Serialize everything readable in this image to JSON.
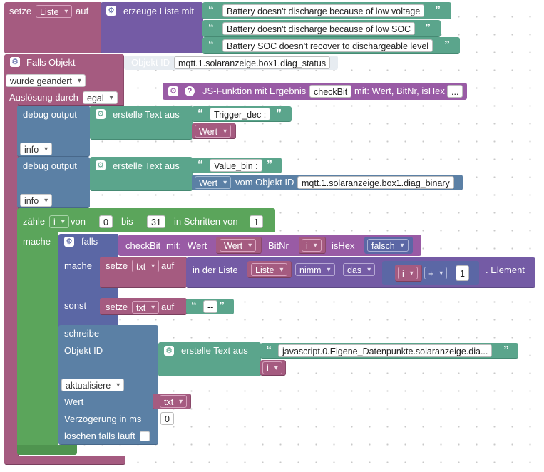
{
  "set_list": {
    "prefix": "setze",
    "var": "Liste",
    "mid": "auf",
    "create": "erzeuge Liste mit",
    "items": [
      "Battery doesn't discharge because of low voltage",
      "Battery doesn't discharge because of low SOC",
      "Battery SOC doesn't recover to dischargeable level"
    ]
  },
  "trigger": {
    "title": "Falls Objekt",
    "object_id_label": "Objekt ID",
    "object_id": "mqtt.1.solaranzeige.box1.diag_status",
    "condition": "wurde geändert",
    "trigger_label": "Auslösung durch",
    "trigger_value": "egal"
  },
  "js_func": {
    "label": "JS-Funktion mit Ergebnis",
    "name": "checkBit",
    "args": "mit: Wert, BitNr, isHex",
    "more": "..."
  },
  "debug1": {
    "label": "debug output",
    "create": "erstelle Text aus",
    "text": "Trigger_dec : ",
    "var": "Wert",
    "level": "info"
  },
  "debug2": {
    "label": "debug output",
    "create": "erstelle Text aus",
    "text": "Value_bin : ",
    "var": "Wert",
    "from_obj": "vom Objekt ID",
    "object_id": "mqtt.1.solaranzeige.box1.diag_binary",
    "level": "info"
  },
  "loop": {
    "count": "zähle",
    "var": "i",
    "from": "von",
    "from_val": "0",
    "to": "bis",
    "to_val": "31",
    "step": "in Schritten von",
    "step_val": "1",
    "do": "mache"
  },
  "if_block": {
    "if": "falls",
    "call": "checkBit",
    "mit": "mit:",
    "wert": "Wert",
    "wert_var": "Wert",
    "bitnr": "BitNr",
    "bitnr_var": "i",
    "ishex": "isHex",
    "ishex_val": "falsch",
    "then": "mache",
    "else": "sonst"
  },
  "set_txt1": {
    "prefix": "setze",
    "var": "txt",
    "mid": "auf",
    "in_list": "in der Liste",
    "list_var": "Liste",
    "take": "nimm",
    "das": "das",
    "idx_var": "i",
    "op": "+",
    "num": "1",
    "element": ". Element"
  },
  "set_txt2": {
    "prefix": "setze",
    "var": "txt",
    "mid": "auf",
    "text": "--"
  },
  "write": {
    "label": "schreibe",
    "objid_label": "Objekt ID",
    "create": "erstelle Text aus",
    "text": "javascript.0.Eigene_Datenpunkte.solaranzeige.dia...",
    "idx_var": "i",
    "update": "aktualisiere",
    "value_label": "Wert",
    "value_var": "txt",
    "delay_label": "Verzögerung in ms",
    "delay_val": "0",
    "clear_label": "löschen falls läuft"
  }
}
